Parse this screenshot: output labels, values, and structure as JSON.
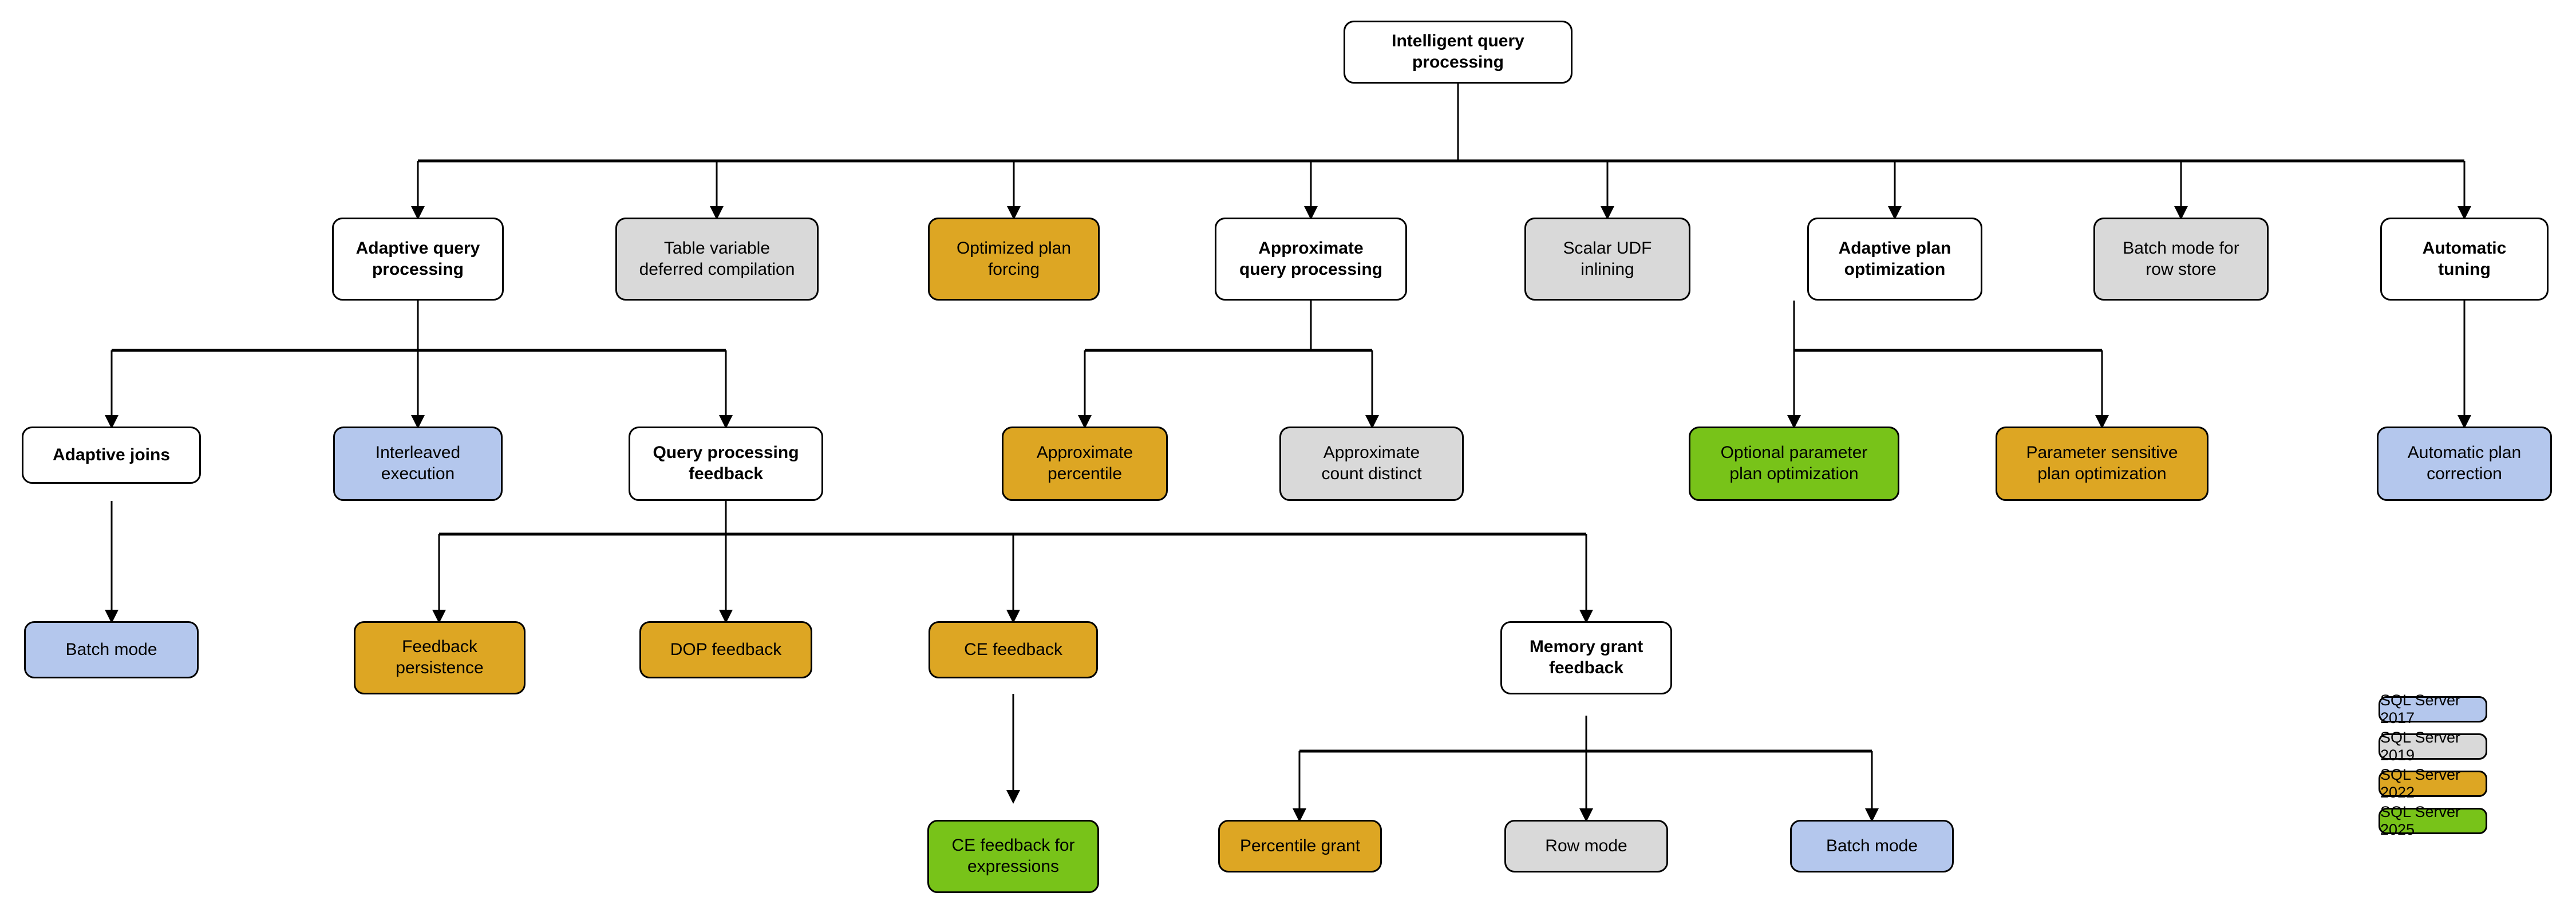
{
  "diagram": {
    "title": "Intelligent query processing",
    "palette": {
      "sql_server_2017": "#b4c7ed",
      "sql_server_2019": "#d9d9d9",
      "sql_server_2022": "#dda623",
      "sql_server_2025": "#78c319",
      "neutral_white": "#ffffff",
      "line": "#000000"
    },
    "nodes": {
      "root": "Intelligent query\nprocessing",
      "adaptive_query_processing": "Adaptive query\nprocessing",
      "table_variable_deferred_compilation": "Table variable\ndeferred compilation",
      "optimized_plan_forcing": "Optimized plan\nforcing",
      "approximate_query_processing": "Approximate\nquery processing",
      "scalar_udf_inlining": "Scalar UDF\ninlining",
      "adaptive_plan_optimization": "Adaptive plan\noptimization",
      "batch_mode_for_row_store": "Batch mode for\nrow store",
      "automatic_tuning": "Automatic\ntuning",
      "adaptive_joins": "Adaptive joins",
      "interleaved_execution": "Interleaved\nexecution",
      "query_processing_feedback": "Query processing\nfeedback",
      "approximate_percentile": "Approximate\npercentile",
      "approximate_count_distinct": "Approximate\ncount distinct",
      "optional_parameter_plan_optimization": "Optional parameter\nplan optimization",
      "parameter_sensitive_plan_optimization": "Parameter sensitive\nplan optimization",
      "automatic_plan_correction": "Automatic plan\ncorrection",
      "batch_mode_adaptive_joins": "Batch mode",
      "feedback_persistence": "Feedback\npersistence",
      "dop_feedback": "DOP feedback",
      "ce_feedback": "CE feedback",
      "memory_grant_feedback": "Memory grant\nfeedback",
      "ce_feedback_for_expressions": "CE feedback for\nexpressions",
      "percentile_grant": "Percentile grant",
      "row_mode": "Row mode",
      "batch_mode_memory_grant": "Batch mode"
    },
    "legend": {
      "items": [
        {
          "label": "SQL Server 2017",
          "color": "#b4c7ed"
        },
        {
          "label": "SQL Server 2019",
          "color": "#d9d9d9"
        },
        {
          "label": "SQL Server 2022",
          "color": "#dda623"
        },
        {
          "label": "SQL Server 2025",
          "color": "#78c319"
        }
      ]
    }
  }
}
